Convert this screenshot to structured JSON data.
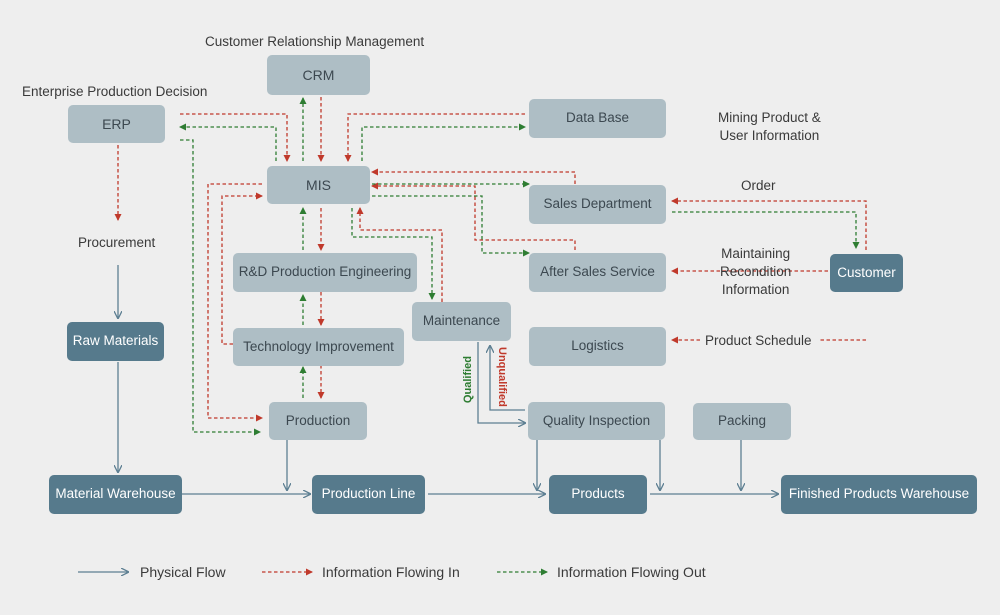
{
  "nodes": {
    "crm": "CRM",
    "erp": "ERP",
    "database": "Data Base",
    "mis": "MIS",
    "sales": "Sales Department",
    "rnd": "R&D Production Engineering",
    "aftersales": "After Sales Service",
    "customer": "Customer",
    "maintenance": "Maintenance",
    "logistics": "Logistics",
    "techimprove": "Technology Improvement",
    "production": "Production",
    "quality": "Quality Inspection",
    "packing": "Packing",
    "rawmaterials": "Raw Materials",
    "matwarehouse": "Material Warehouse",
    "prodline": "Production Line",
    "products": "Products",
    "finished": "Finished Products Warehouse"
  },
  "labels": {
    "crm_caption": "Customer Relationship Management",
    "erp_caption": "Enterprise Production Decision",
    "procurement": "Procurement",
    "mining_line1": "Mining Product &",
    "mining_line2": "User Information",
    "order": "Order",
    "maint_line1": "Maintaining",
    "maint_line2": "Recondition",
    "maint_line3": "Information",
    "product_schedule": "Product Schedule",
    "qualified": "Qualified",
    "unqualified": "Unqualified"
  },
  "legend": {
    "physical": "Physical Flow",
    "info_in": "Information Flowing In",
    "info_out": "Information Flowing Out"
  },
  "colors": {
    "background": "#eeeeee",
    "light_box": "#aebec5",
    "dark_box": "#567a8c",
    "physical_flow": "#5d7f92",
    "info_in": "#c0392b",
    "info_out": "#2e7d32"
  }
}
